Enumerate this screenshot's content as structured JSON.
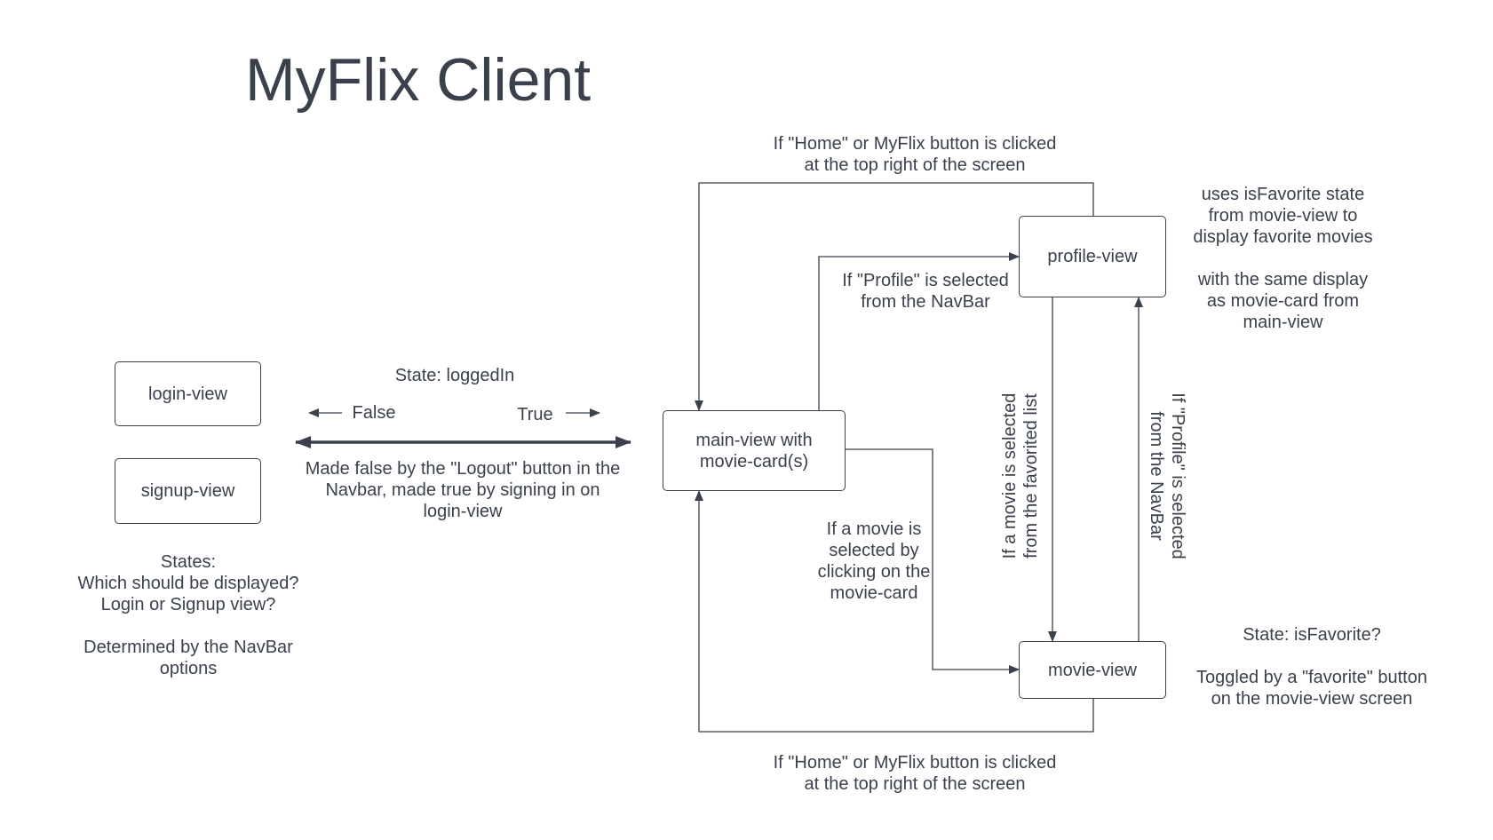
{
  "title": "MyFlix Client",
  "boxes": {
    "login": "login-view",
    "signup": "signup-view",
    "main": "main-view with\nmovie-card(s)",
    "profile": "profile-view",
    "movie": "movie-view"
  },
  "labels": {
    "state_logged_in": "State: loggedIn",
    "false_label": "False",
    "true_label": "True",
    "logout_note": "Made false by the \"Logout\" button in the\nNavbar, made true by signing in on\nlogin-view",
    "states_note": "States:\nWhich should be displayed?\nLogin or Signup view?\n\nDetermined by the NavBar\noptions",
    "home_top": "If \"Home\" or MyFlix button is clicked\nat the top right of the screen",
    "home_bottom": "If \"Home\" or MyFlix button is clicked\nat the top right of the screen",
    "profile_from_main": "If \"Profile\" is selected\nfrom the NavBar",
    "movie_from_main": "If a movie is\nselected by\nclicking on the\nmovie-card",
    "movie_from_favorites": "If a movie is selected\nfrom the favorited list",
    "profile_from_movie": "If \"Profile\" is selected\nfrom the NavBar",
    "profile_note": "uses isFavorite state\nfrom movie-view to\ndisplay favorite movies\n\nwith the same display\nas movie-card from\nmain-view",
    "favorite_note": "State: isFavorite?\n\nToggled by a \"favorite\" button\non the movie-view screen"
  },
  "colors": {
    "ink": "#3a414c",
    "background": "#ffffff"
  }
}
